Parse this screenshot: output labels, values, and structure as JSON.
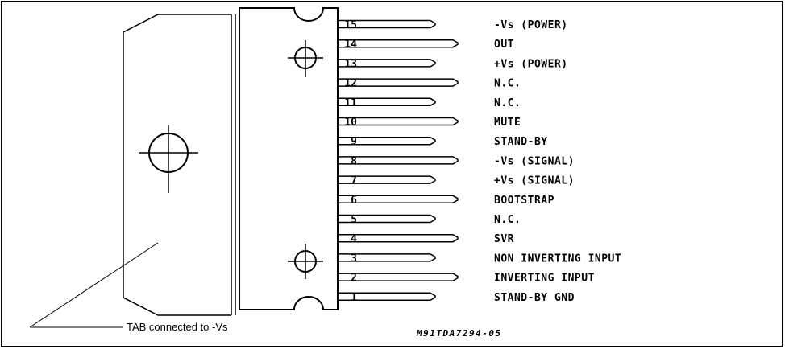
{
  "pins": [
    {
      "number": "15",
      "label": "-Vs (POWER)",
      "lead": "short"
    },
    {
      "number": "14",
      "label": "OUT",
      "lead": "long"
    },
    {
      "number": "13",
      "label": "+Vs (POWER)",
      "lead": "short"
    },
    {
      "number": "12",
      "label": "N.C.",
      "lead": "long"
    },
    {
      "number": "11",
      "label": "N.C.",
      "lead": "short"
    },
    {
      "number": "10",
      "label": "MUTE",
      "lead": "long"
    },
    {
      "number": "9",
      "label": "STAND-BY",
      "lead": "short"
    },
    {
      "number": "8",
      "label": "-Vs (SIGNAL)",
      "lead": "long"
    },
    {
      "number": "7",
      "label": "+Vs (SIGNAL)",
      "lead": "short"
    },
    {
      "number": "6",
      "label": "BOOTSTRAP",
      "lead": "long"
    },
    {
      "number": "5",
      "label": "N.C.",
      "lead": "short"
    },
    {
      "number": "4",
      "label": "SVR",
      "lead": "long"
    },
    {
      "number": "3",
      "label": "NON INVERTING INPUT",
      "lead": "short"
    },
    {
      "number": "2",
      "label": "INVERTING INPUT",
      "lead": "long"
    },
    {
      "number": "1",
      "label": "STAND-BY GND",
      "lead": "short"
    }
  ],
  "tab_label": "TAB connected to -Vs",
  "code": "M91TDA7294-05"
}
